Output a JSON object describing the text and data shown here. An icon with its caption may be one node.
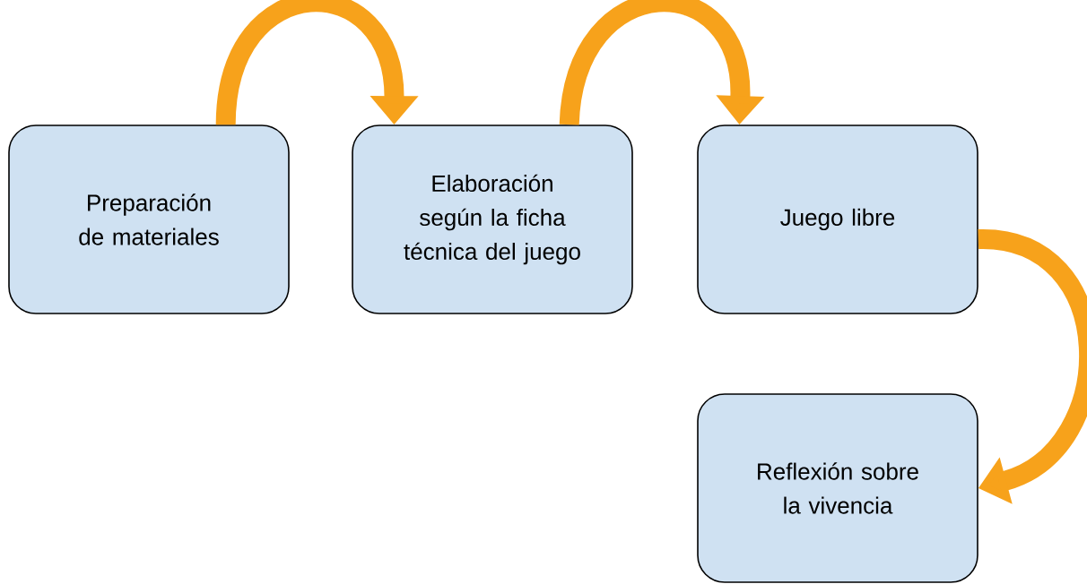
{
  "diagram": {
    "nodes": [
      {
        "text": [
          "Preparación de materiales"
        ]
      },
      {
        "text": [
          "Elaboración según la ficha técnica del juego"
        ]
      },
      {
        "text": [
          "Juego libre"
        ]
      },
      {
        "text": [
          "Reflexión sobre la vivencia"
        ]
      }
    ],
    "edges": [
      {
        "from": 0,
        "to": 1,
        "arrow": "to"
      },
      {
        "from": 1,
        "to": 2,
        "arrow": "to"
      },
      {
        "from": 2,
        "to": 3,
        "arrow": "to"
      }
    ]
  }
}
